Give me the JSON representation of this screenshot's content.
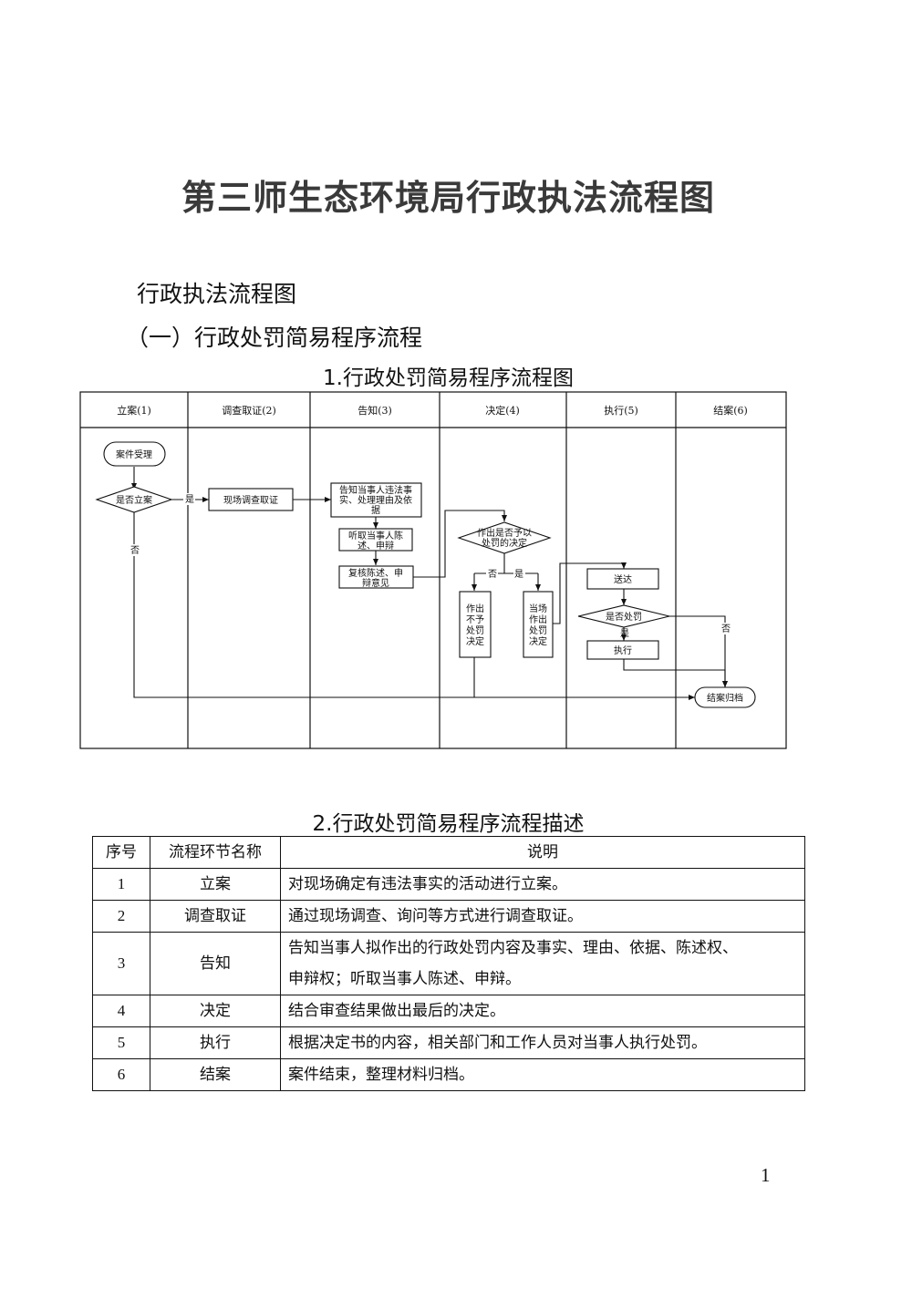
{
  "document": {
    "title": "第三师生态环境局行政执法流程图",
    "section_title": "行政执法流程图",
    "subsection_title": "（一）行政处罚简易程序流程",
    "figure_caption": "1.行政处罚简易程序流程图",
    "table_caption": "2.行政处罚简易程序流程描述",
    "page_number": "1"
  },
  "flowchart": {
    "lanes": [
      "立案(1)",
      "调查取证(2)",
      "告知(3)",
      "决定(4)",
      "执行(5)",
      "结案(6)"
    ],
    "nodes": {
      "case_accept": "案件受理",
      "decide_file": "是否立案",
      "onsite_investigation": "现场调查取证",
      "notify_lines": [
        "告知当事人违法事",
        "实、处理理由及依",
        "据"
      ],
      "hear_lines": [
        "听取当事人陈",
        "述、申辩"
      ],
      "review_lines": [
        "复核陈述、申",
        "辩意见"
      ],
      "decide_penalty_lines": [
        "作出是否予以",
        "处罚的决定"
      ],
      "no_penalty_lines": [
        "作出",
        "不予",
        "处罚",
        "决定"
      ],
      "onsite_penalty_lines": [
        "当场",
        "作出",
        "处罚",
        "决定"
      ],
      "deliver": "送达",
      "decide_execute": "是否处罚",
      "execute": "执行",
      "close_archive": "结案归档"
    },
    "edge_labels": {
      "yes": "是",
      "no": "否"
    }
  },
  "description_table": {
    "headers": [
      "序号",
      "流程环节名称",
      "说明"
    ],
    "rows": [
      {
        "num": "1",
        "name": "立案",
        "desc": "对现场确定有违法事实的活动进行立案。"
      },
      {
        "num": "2",
        "name": "调查取证",
        "desc": "通过现场调查、询问等方式进行调查取证。"
      },
      {
        "num": "3",
        "name": "告知",
        "desc_lines": [
          "告知当事人拟作出的行政处罚内容及事实、理由、依据、陈述权、",
          "申辩权；听取当事人陈述、申辩。"
        ]
      },
      {
        "num": "4",
        "name": "决定",
        "desc": "结合审查结果做出最后的决定。"
      },
      {
        "num": "5",
        "name": "执行",
        "desc": "根据决定书的内容，相关部门和工作人员对当事人执行处罚。"
      },
      {
        "num": "6",
        "name": "结案",
        "desc": "案件结束，整理材料归档。"
      }
    ]
  }
}
